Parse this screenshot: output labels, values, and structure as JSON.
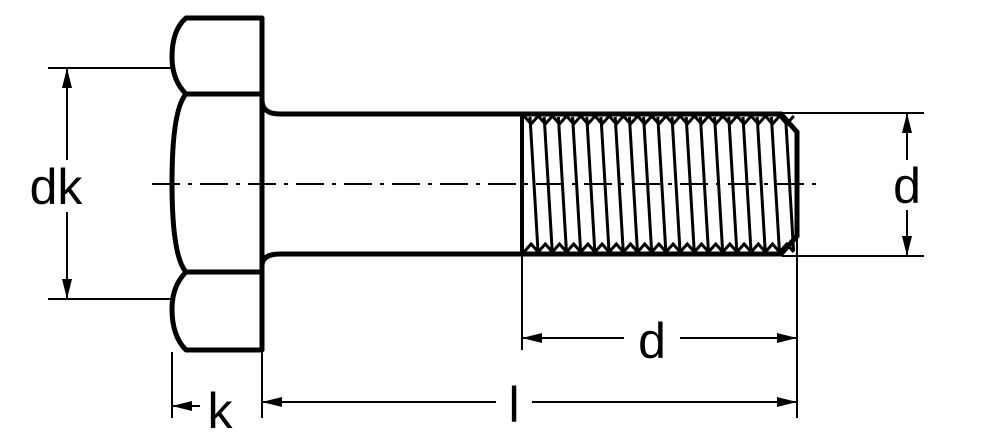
{
  "colors": {
    "stroke": "#000000",
    "background": "#ffffff"
  },
  "labels": {
    "head_diameter": "dk",
    "head_height": "k",
    "thread_diameter": "d",
    "thread_length": "d",
    "overall_length": "l"
  }
}
